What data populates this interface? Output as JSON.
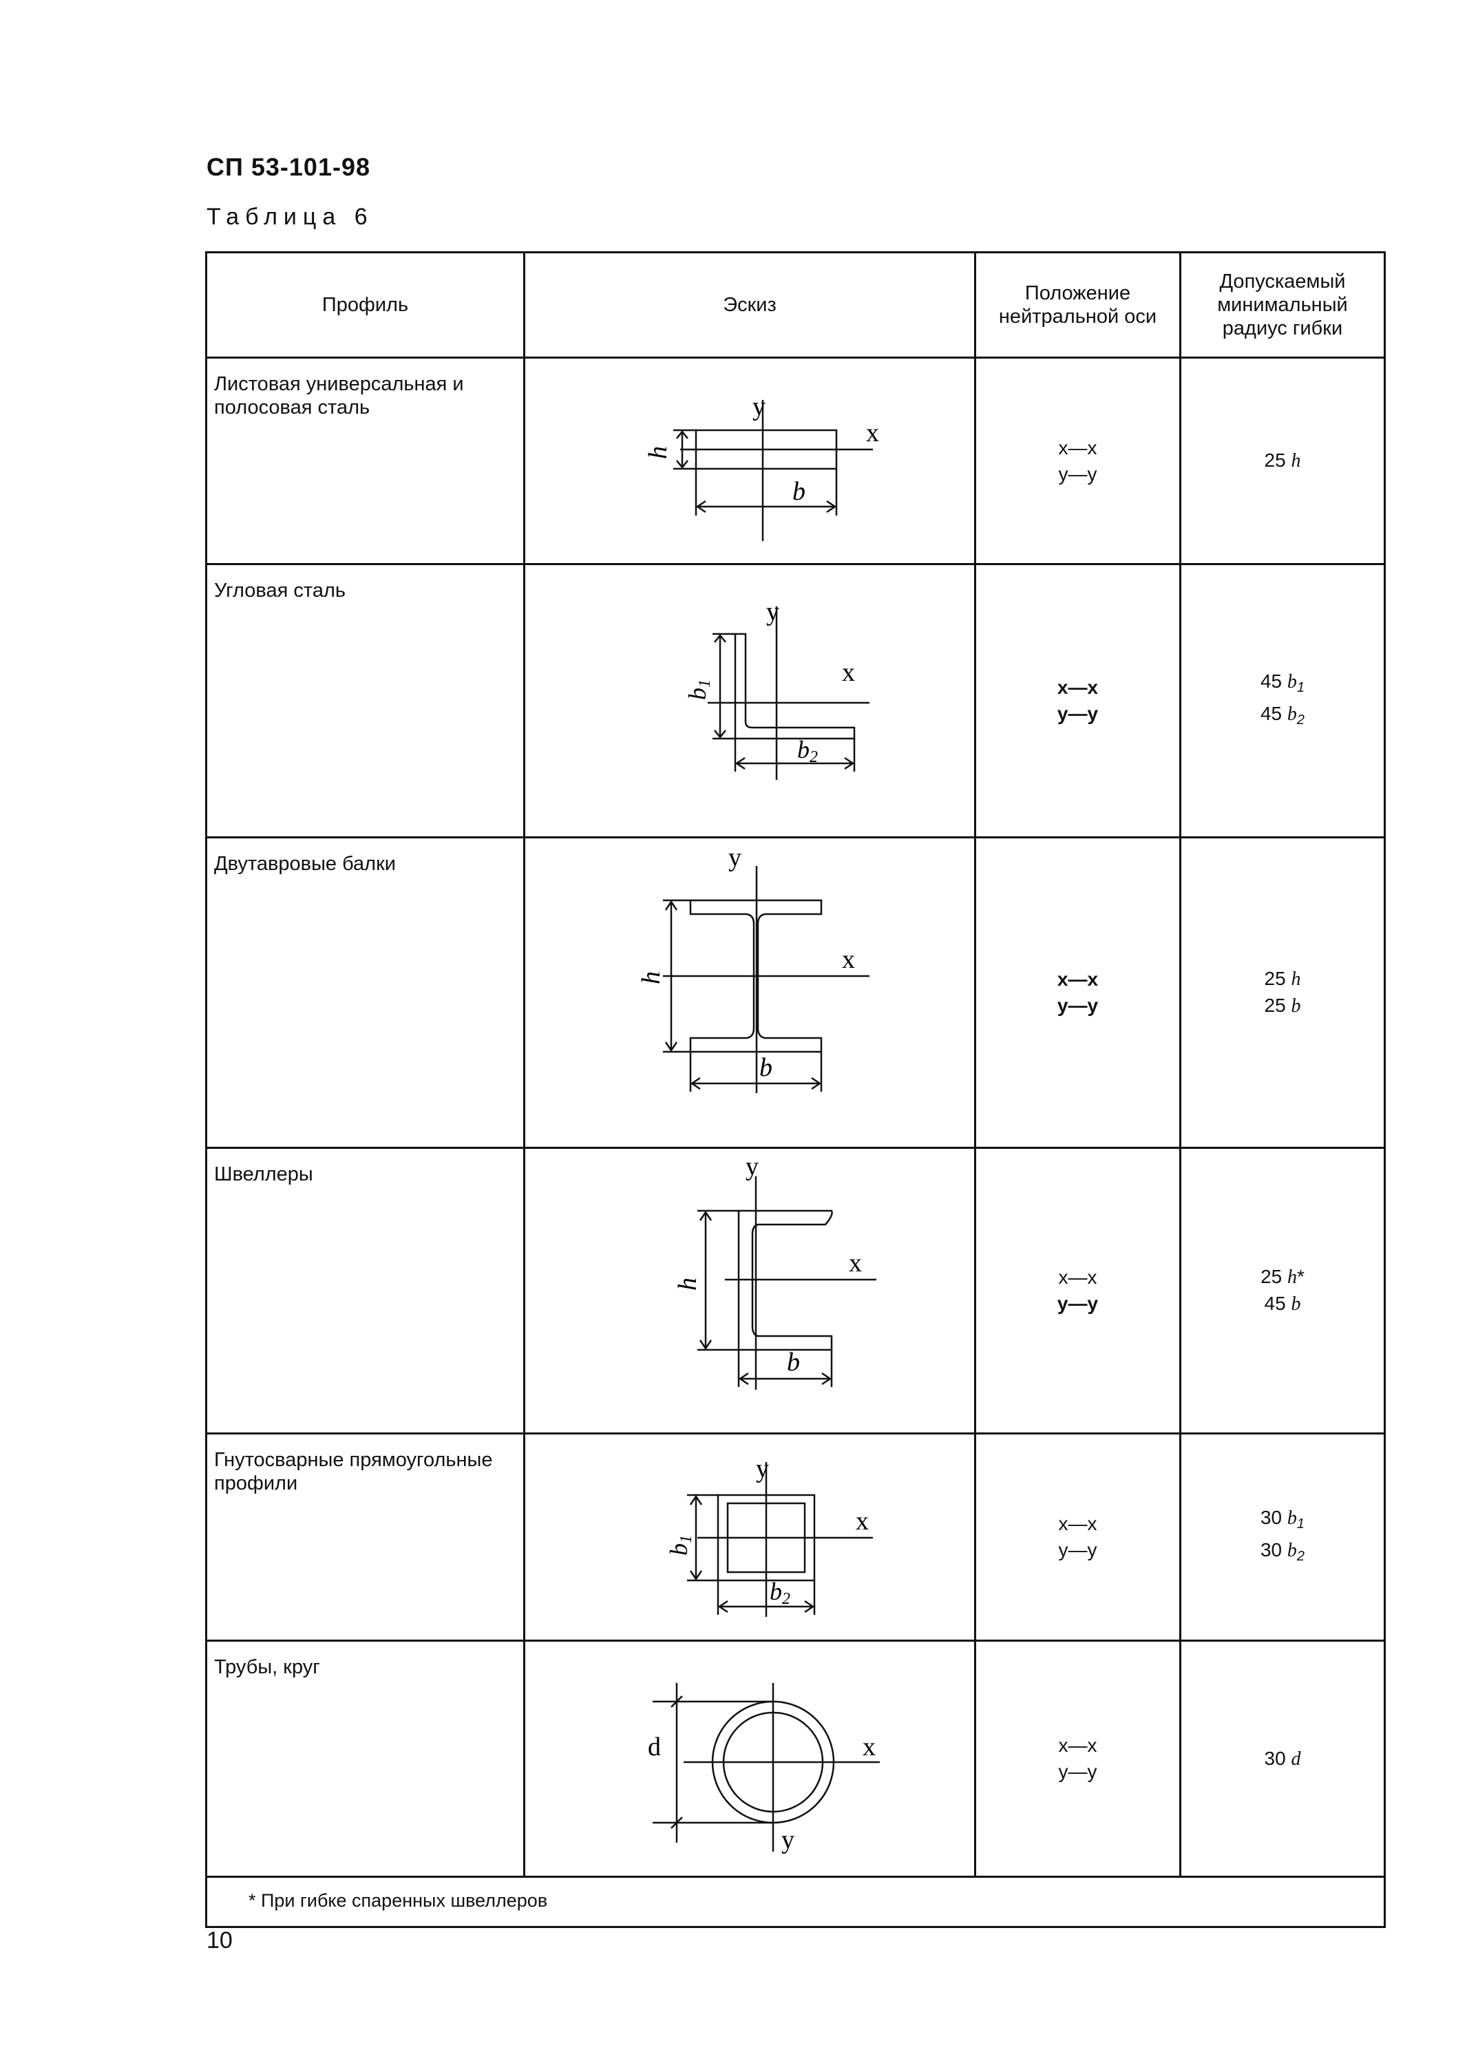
{
  "header": {
    "doc_code": "СП 53-101-98",
    "table_caption": "Таблица 6"
  },
  "table": {
    "headers": {
      "profile": "Профиль",
      "sketch": "Эскиз",
      "axis": "Положение нейтральной оси",
      "radius": "Допускаемый минимальный радиус гибки"
    },
    "rows": [
      {
        "profile": "Листовая универсальная и полосовая сталь",
        "axis1": "x—x",
        "axis2": "y—y",
        "radius1": "25 h",
        "radius2": ""
      },
      {
        "profile": "Угловая сталь",
        "axis1": "x—x",
        "axis2": "y—y",
        "radius1": "45 b₁",
        "radius2": "45 b₂"
      },
      {
        "profile": "Двутавровые балки",
        "axis1": "x—x",
        "axis2": "y—y",
        "radius1": "25 h",
        "radius2": "25 b"
      },
      {
        "profile": "Швеллеры",
        "axis1": "x—x",
        "axis2": "y—y",
        "radius1": "25 h*",
        "radius2": "45 b"
      },
      {
        "profile": "Гнутосварные прямоугольные профили",
        "axis1": "x—x",
        "axis2": "y—y",
        "radius1": "30 b₁",
        "radius2": "30 b₂"
      },
      {
        "profile": "Трубы, круг",
        "axis1": "x—x",
        "axis2": "y—y",
        "radius1": "30 d",
        "radius2": ""
      }
    ],
    "footnote": "* При гибке спаренных швеллеров"
  },
  "sketch_labels": {
    "x": "x",
    "y": "y",
    "h": "h",
    "b": "b",
    "b1": "b1",
    "b2": "b2",
    "d": "d"
  },
  "page_number": "10"
}
